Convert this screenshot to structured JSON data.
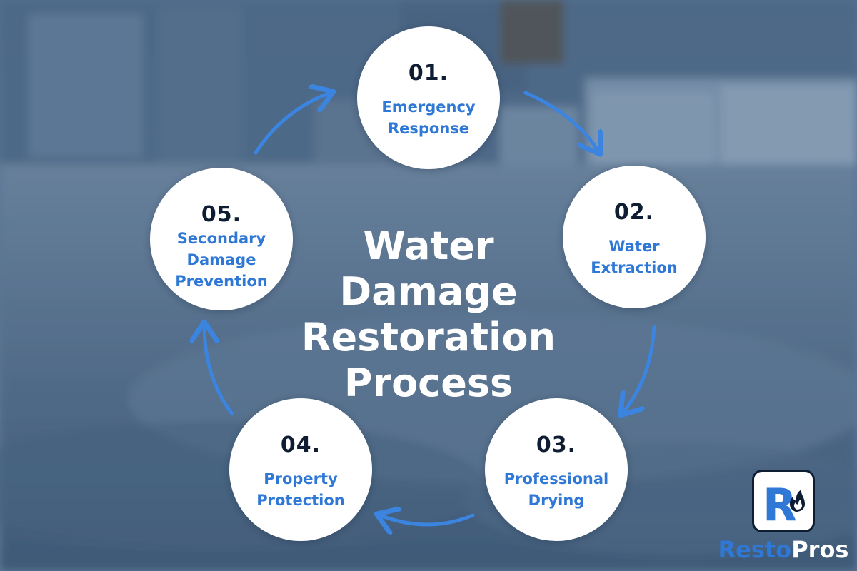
{
  "title_lines": [
    "Water",
    "Damage",
    "Restoration",
    "Process"
  ],
  "steps": [
    {
      "number": "01.",
      "label": "Emergency Response"
    },
    {
      "number": "02.",
      "label": "Water Extraction"
    },
    {
      "number": "03.",
      "label": "Professional Drying"
    },
    {
      "number": "04.",
      "label": "Property Protection"
    },
    {
      "number": "05.",
      "label": "Secondary Damage Prevention"
    }
  ],
  "logo": {
    "letter": "R",
    "brand_part1": "Resto",
    "brand_part2": "Pros"
  },
  "icons": {
    "flame": "flame-icon",
    "arrow": "arrow-icon"
  },
  "colors": {
    "accent": "#2f78d6",
    "dark": "#0f1d33",
    "circle": "#ffffff",
    "title": "#ffffff"
  }
}
